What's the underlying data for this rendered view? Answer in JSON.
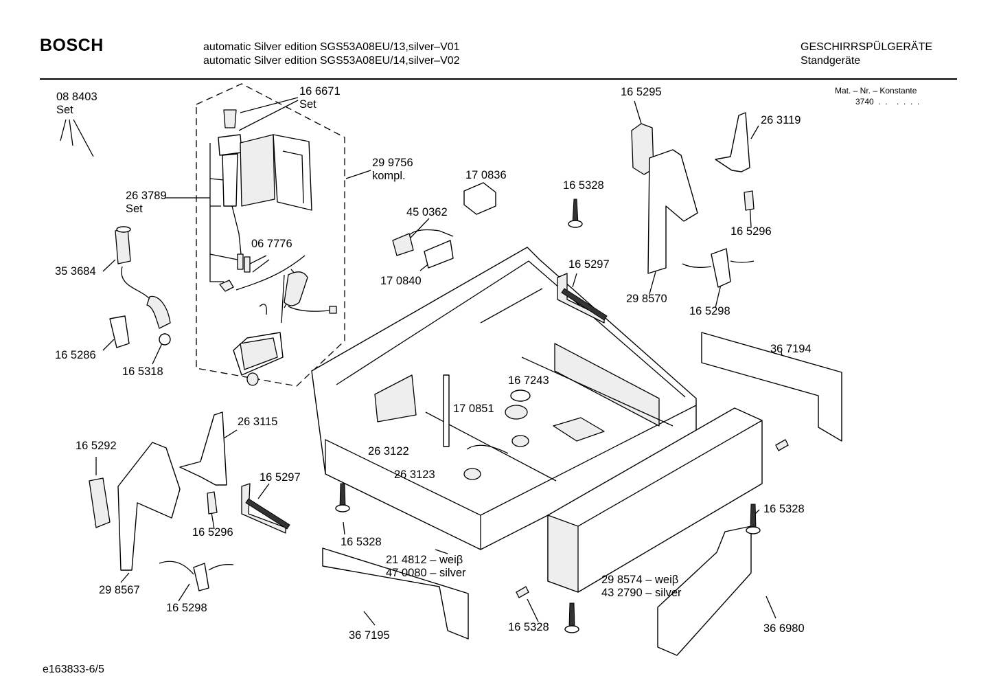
{
  "header": {
    "brand": "BOSCH",
    "model_line_1": "automatic Silver edition SGS53A08EU/13,silver–V01",
    "model_line_2": "automatic Silver edition SGS53A08EU/14,silver–V02",
    "category": "GESCHIRRSPÜLGERÄTE",
    "subcategory": "Standgeräte"
  },
  "material": {
    "label": "Mat. – Nr. – Konstante",
    "value": "3740  .  .    .  .  .  ."
  },
  "parts": [
    {
      "id": "p_088403",
      "text": "08 8403\nSet"
    },
    {
      "id": "p_166671",
      "text": "16 6671\nSet"
    },
    {
      "id": "p_299756",
      "text": "29 9756\nkompl."
    },
    {
      "id": "p_263789",
      "text": "26 3789\nSet"
    },
    {
      "id": "p_353684",
      "text": "35 3684"
    },
    {
      "id": "p_067776",
      "text": "06 7776"
    },
    {
      "id": "p_165286",
      "text": "16 5286"
    },
    {
      "id": "p_165318",
      "text": "16 5318"
    },
    {
      "id": "p_170836",
      "text": "17 0836"
    },
    {
      "id": "p_450362",
      "text": "45 0362"
    },
    {
      "id": "p_170840",
      "text": "17 0840"
    },
    {
      "id": "p_165328_a",
      "text": "16 5328"
    },
    {
      "id": "p_165295",
      "text": "16 5295"
    },
    {
      "id": "p_263119",
      "text": "26 3119"
    },
    {
      "id": "p_165296_a",
      "text": "16 5296"
    },
    {
      "id": "p_165297_a",
      "text": "16 5297"
    },
    {
      "id": "p_298570",
      "text": "29 8570"
    },
    {
      "id": "p_165298_a",
      "text": "16 5298"
    },
    {
      "id": "p_367194",
      "text": "36 7194"
    },
    {
      "id": "p_167243",
      "text": "16 7243"
    },
    {
      "id": "p_170851",
      "text": "17 0851"
    },
    {
      "id": "p_263115",
      "text": "26 3115"
    },
    {
      "id": "p_165292",
      "text": "16 5292"
    },
    {
      "id": "p_263122",
      "text": "26 3122"
    },
    {
      "id": "p_263123",
      "text": "26 3123"
    },
    {
      "id": "p_165297_b",
      "text": "16 5297"
    },
    {
      "id": "p_165296_b",
      "text": "16 5296"
    },
    {
      "id": "p_298567",
      "text": "29 8567"
    },
    {
      "id": "p_165298_b",
      "text": "16 5298"
    },
    {
      "id": "p_165328_b",
      "text": "16 5328"
    },
    {
      "id": "p_214812",
      "text": "21 4812 – weiβ\n47 0080 – silver"
    },
    {
      "id": "p_367195",
      "text": "36 7195"
    },
    {
      "id": "p_165328_c",
      "text": "16 5328"
    },
    {
      "id": "p_298574",
      "text": "29 8574 – weiβ\n43 2790 – silver"
    },
    {
      "id": "p_165328_d",
      "text": "16 5328"
    },
    {
      "id": "p_366980",
      "text": "36 6980"
    }
  ],
  "footer": "e163833-6/5"
}
